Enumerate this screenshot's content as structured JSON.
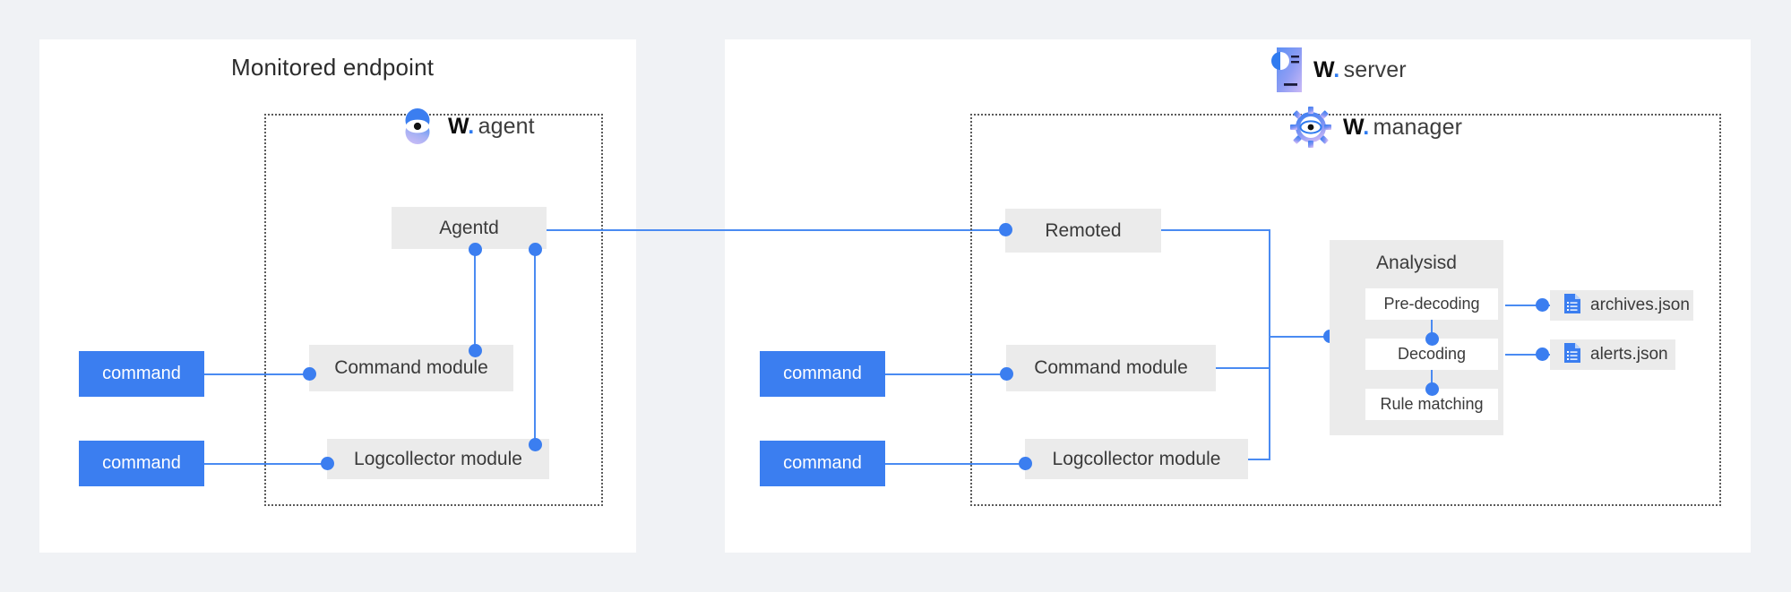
{
  "page": {
    "background": "#f0f2f5",
    "accent_blue": "#3b7ef0",
    "line_blue": "#4a8bf2",
    "box_gray": "#ebebeb",
    "panel_white": "#ffffff"
  },
  "left_panel": {
    "title": "Monitored endpoint",
    "brand": {
      "w": "W",
      "dot": ".",
      "name": "agent",
      "logo": "agent-eye-logo"
    },
    "boxes": {
      "agentd": "Agentd",
      "command_module": "Command module",
      "logcollector_module": "Logcollector module"
    },
    "commands": [
      {
        "label": "command"
      },
      {
        "label": "command"
      }
    ]
  },
  "right_panel": {
    "brand_server": {
      "w": "W",
      "dot": ".",
      "name": "server",
      "logo": "server-rack-logo"
    },
    "brand_manager": {
      "w": "W",
      "dot": ".",
      "name": "manager",
      "logo": "manager-gear-eye-logo"
    },
    "boxes": {
      "remoted": "Remoted",
      "command_module": "Command module",
      "logcollector_module": "Logcollector module"
    },
    "commands": [
      {
        "label": "command"
      },
      {
        "label": "command"
      }
    ],
    "analysisd": {
      "title": "Analysisd",
      "stages": [
        {
          "label": "Pre-decoding"
        },
        {
          "label": "Decoding"
        },
        {
          "label": "Rule matching"
        }
      ]
    },
    "outputs": [
      {
        "label": "archives.json",
        "icon": "json-file-icon"
      },
      {
        "label": "alerts.json",
        "icon": "json-file-icon"
      }
    ]
  }
}
